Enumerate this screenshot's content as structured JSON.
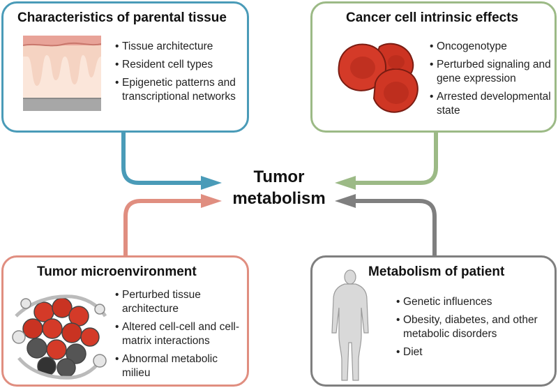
{
  "colors": {
    "parental": "#4a9bb8",
    "intrinsic": "#9cba86",
    "microenv": "#e08e80",
    "patient": "#7f7f7f"
  },
  "center": {
    "line1": "Tumor",
    "line2": "metabolism"
  },
  "panels": {
    "parental": {
      "title": "Characteristics of parental tissue",
      "items": [
        "Tissue architecture",
        "Resident cell types",
        "Epigenetic patterns and transcriptional networks"
      ],
      "illustration": "skin-tissue-layers-icon"
    },
    "intrinsic": {
      "title": "Cancer cell intrinsic effects",
      "items": [
        "Oncogenotype",
        "Perturbed signaling and gene expression",
        "Arrested developmental state"
      ],
      "illustration": "red-cancer-cells-icon"
    },
    "microenv": {
      "title": "Tumor microenvironment",
      "items": [
        "Perturbed tissue architecture",
        "Altered cell-cell and cell-matrix interactions",
        "Abnormal metabolic milieu"
      ],
      "illustration": "tumor-cell-cluster-icon"
    },
    "patient": {
      "title": "Metabolism of patient",
      "items": [
        "Genetic influences",
        "Obesity, diabetes, and other metabolic disorders",
        "Diet"
      ],
      "illustration": "human-body-silhouette-icon"
    }
  }
}
